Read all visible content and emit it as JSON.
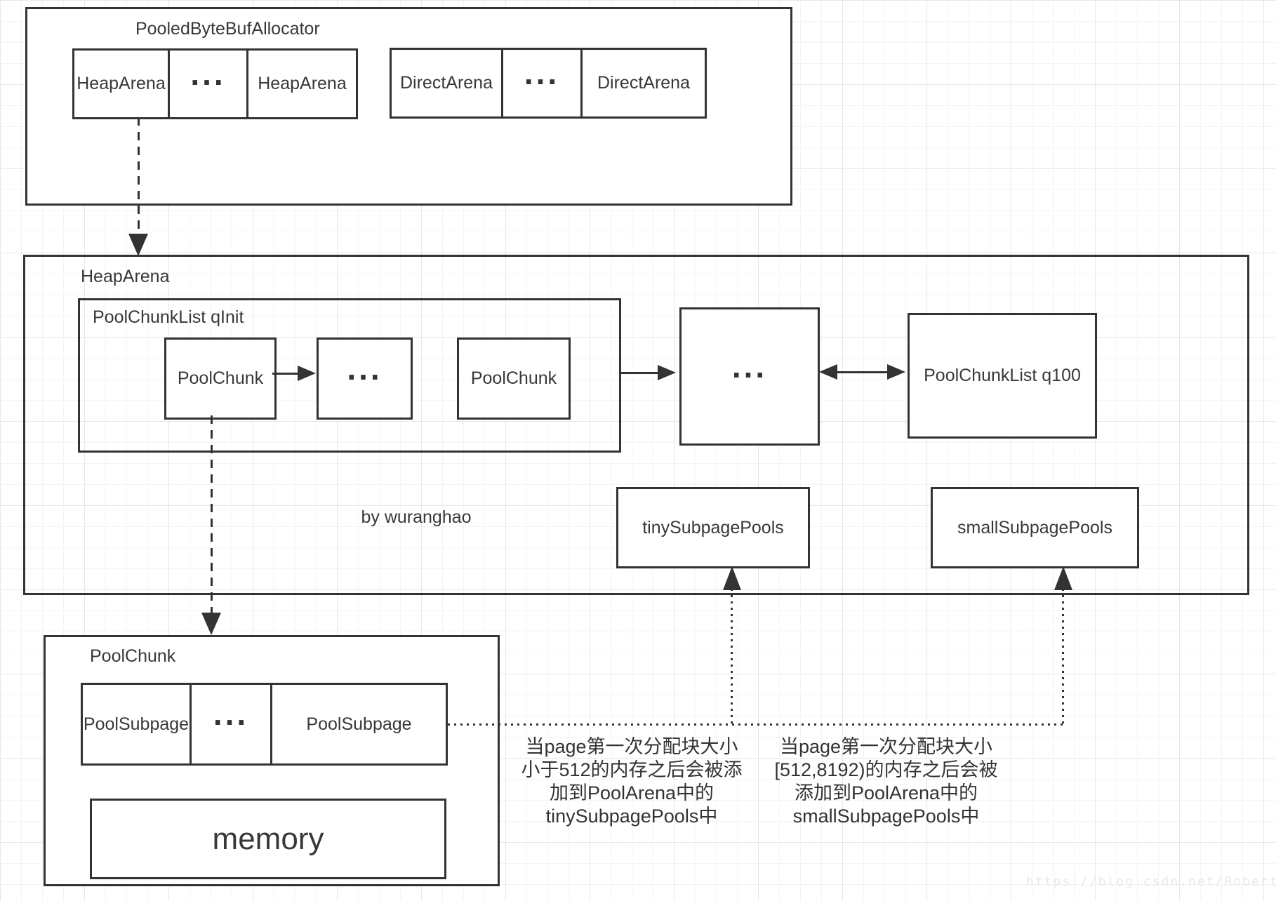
{
  "allocator": {
    "title": "PooledByteBufAllocator",
    "heap_cells": [
      "HeapArena",
      "...",
      "HeapArena"
    ],
    "direct_cells": [
      "DirectArena",
      "...",
      "DirectArena"
    ]
  },
  "heap_arena": {
    "label": "HeapArena",
    "qinit": {
      "label": "PoolChunkList qInit",
      "cells": [
        "PoolChunk",
        "...",
        "PoolChunk"
      ]
    },
    "dots_box": "...",
    "q100_label": "PoolChunkList q100",
    "tiny_label": "tinySubpagePools",
    "small_label": "smallSubpagePools",
    "byline": "by wuranghao"
  },
  "pool_chunk": {
    "label": "PoolChunk",
    "cells": [
      "PoolSubpage",
      "...",
      "PoolSubpage"
    ],
    "memory_label": "memory"
  },
  "notes": {
    "tiny": [
      "当page第一次分配块大小",
      "小于512的内存之后会被添",
      "加到PoolArena中的",
      "tinySubpagePools中"
    ],
    "small": [
      "当page第一次分配块大小",
      "[512,8192)的内存之后会被",
      "添加到PoolArena中的",
      "smallSubpagePools中"
    ]
  },
  "watermark": "https://blog.csdn.net/RobertoHuang",
  "colors": {
    "line": "#333333",
    "text": "#383838",
    "grid_minor": "#f4f4f4",
    "grid_major": "#e7e7e7"
  }
}
